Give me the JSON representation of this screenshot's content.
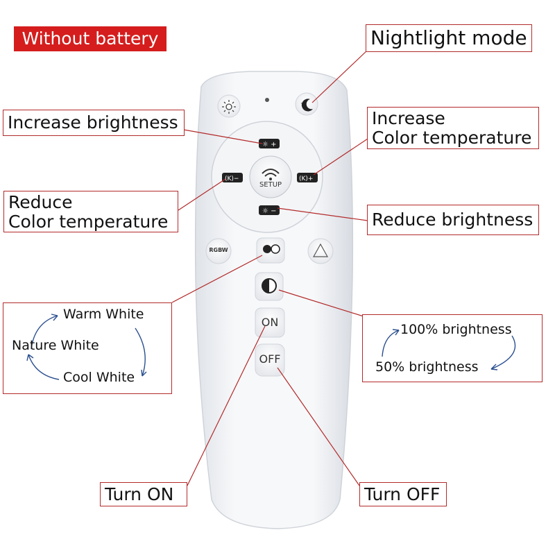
{
  "badge": {
    "text": "Without battery"
  },
  "labels": {
    "nightlight_mode": "Nightlight mode",
    "increase_brightness": "Increase brightness",
    "increase_color_temp_line1": "Increase",
    "increase_color_temp_line2": "Color temperature",
    "reduce_color_temp_line1": "Reduce",
    "reduce_color_temp_line2": "Color temperature",
    "reduce_brightness": "Reduce brightness",
    "turn_on": "Turn ON",
    "turn_off": "Turn OFF"
  },
  "color_cycle": {
    "warm": "Warm White",
    "nature": "Nature White",
    "cool": "Cool White"
  },
  "brightness_cycle": {
    "high": "100% brightness",
    "low": "50% brightness"
  },
  "remote": {
    "setup_label": "SETUP",
    "on_label": "ON",
    "off_label": "OFF",
    "rgbw_label": "RGBW",
    "k_label": "K"
  },
  "colors": {
    "accent_red": "#d51d1d",
    "leader_line": "#b32a2a",
    "arrow_blue": "#2a4f8f"
  }
}
